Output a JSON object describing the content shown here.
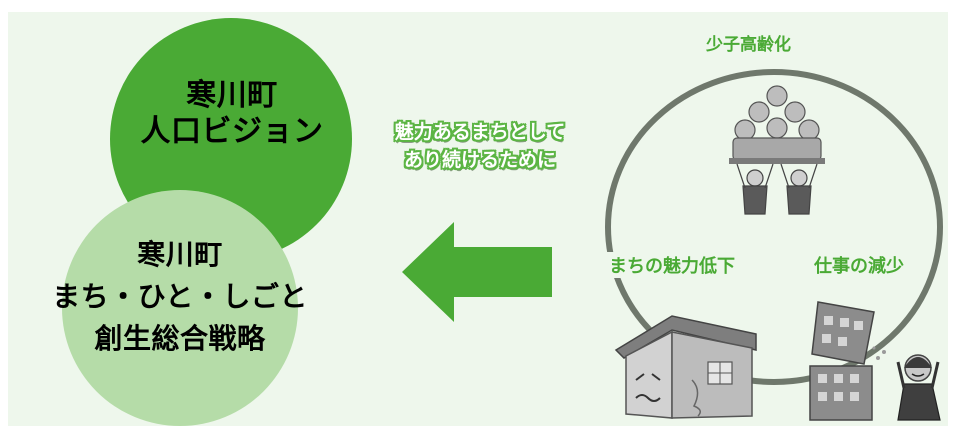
{
  "vision": {
    "line1": "寒川町",
    "line2": "人口ビジョン"
  },
  "strategy": {
    "line1": "寒川町",
    "line2": "まち・ひと・しごと",
    "line3": "創生総合戦略"
  },
  "attract": {
    "line1": "魅力あるまちとして",
    "line2": "あり続けるために"
  },
  "cycle": {
    "top": "少子高齢化",
    "left": "まちの魅力低下",
    "right": "仕事の減少"
  },
  "colors": {
    "accent_dark": "#4aaa35",
    "accent_light": "#b5dca8",
    "panel_bg": "#eef7ec",
    "ring": "#6f786c"
  },
  "icons": [
    "left-arrow-icon",
    "elderly-population-icon",
    "abandoned-house-icon",
    "collapsing-building-icon",
    "worried-worker-icon"
  ]
}
